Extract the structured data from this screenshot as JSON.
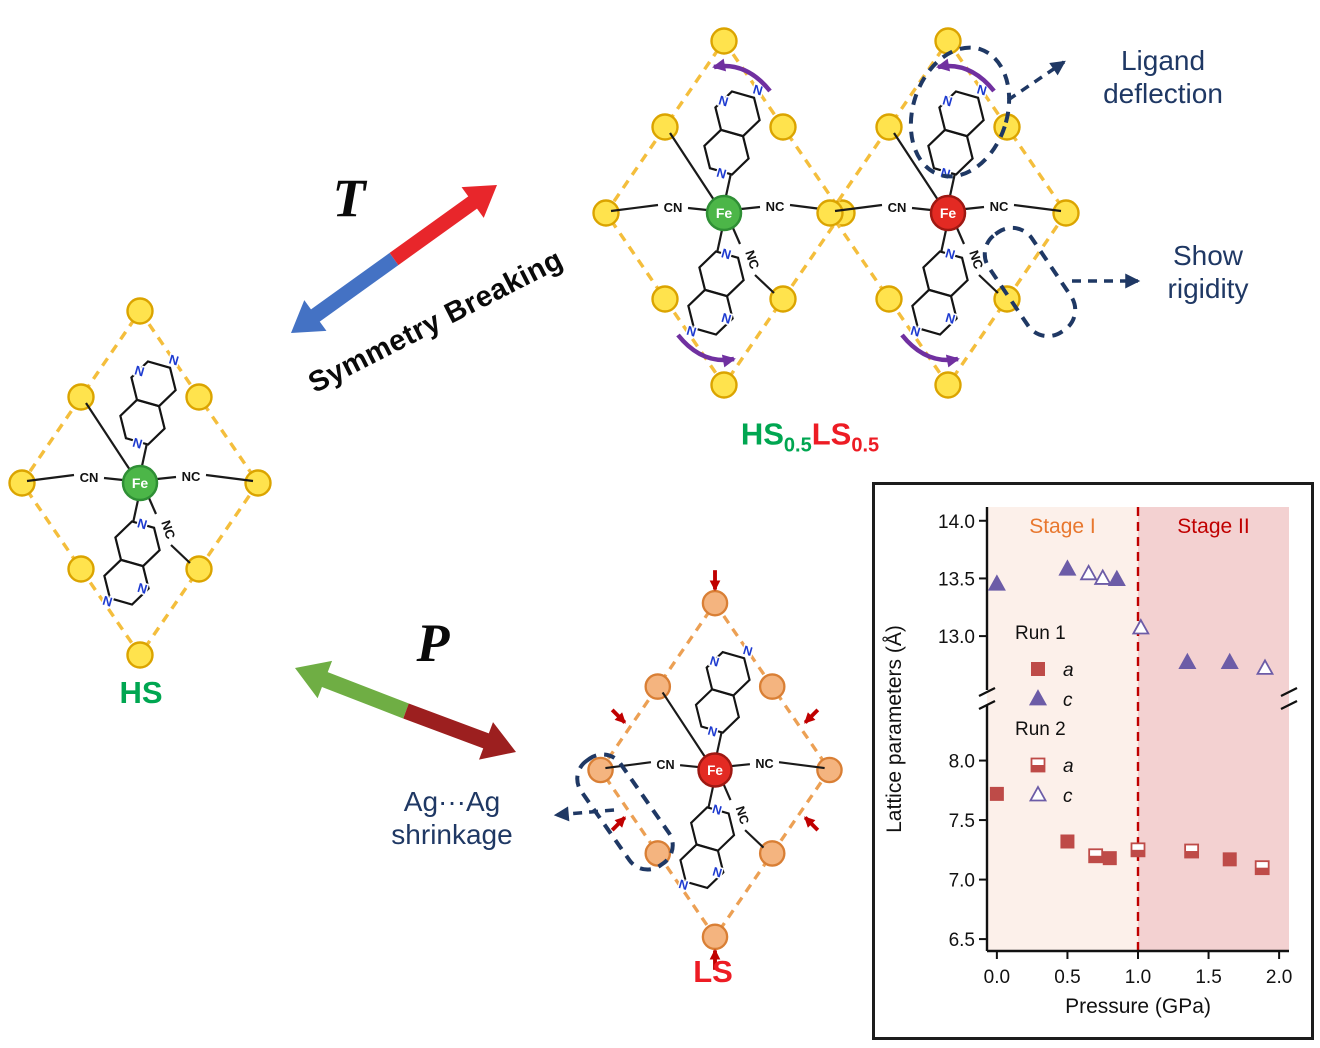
{
  "labels": {
    "t": "T",
    "p": "P",
    "symmetry_breaking": "Symmetry Breaking",
    "hs": "HS",
    "ls": "LS",
    "mixed": {
      "hs": "HS",
      "hs_sub": "0.5",
      "ls": "LS",
      "ls_sub": "0.5"
    },
    "ligand_deflection": {
      "line1": "Ligand",
      "line2": "deflection"
    },
    "show_rigidity": {
      "line1": "Show",
      "line2": "rigidity"
    },
    "ag_shrinkage": {
      "line1": "Ag···Ag",
      "line2": "shrinkage"
    }
  },
  "molecule_labels": {
    "fe": "Fe",
    "cn": "CN",
    "nc": "NC",
    "n": "N"
  },
  "colors": {
    "hs_green": "#00A651",
    "ls_red": "#ED1C24",
    "navy": "#1F3864",
    "purple": "#7030A0",
    "pressure_red": "#C00000",
    "t_blue": "#4472C4",
    "t_red": "#E8262B",
    "p_green": "#6FAE44",
    "p_darkred": "#9C1F1F",
    "hs_lattice": "#F4BE3C",
    "hs_node": "#FFE34D",
    "hs_node_stroke": "#DBA400",
    "ls_lattice": "#ECA054",
    "ls_node": "#F4B47F",
    "ls_node_stroke": "#D97F35",
    "fe_green": "#4CB648",
    "fe_green_stroke": "#2F8F35",
    "fe_red": "#E32A23",
    "fe_red_stroke": "#9E1812",
    "n_blue": "#1E3BD0"
  },
  "chart_data": {
    "type": "scatter",
    "xlabel": "Pressure (GPa)",
    "ylabel": "Lattice parameters (Å)",
    "xlim": [
      0,
      2.0
    ],
    "x_ticks": [
      0,
      0.5,
      1.0,
      1.5,
      2.0
    ],
    "x_tick_labels": [
      "0.0",
      "0.5",
      "1.0",
      "1.5",
      "2.0"
    ],
    "y_break": {
      "upper_range": [
        12.55,
        14.05
      ],
      "lower_range": [
        6.4,
        8.45
      ]
    },
    "upper_ticks": [
      {
        "v": 14.0,
        "label": "14.0"
      },
      {
        "v": 13.5,
        "label": "13.5"
      },
      {
        "v": 13.0,
        "label": "13.0"
      }
    ],
    "lower_ticks": [
      {
        "v": 8.0,
        "label": "8.0"
      },
      {
        "v": 7.5,
        "label": "7.5"
      },
      {
        "v": 7.0,
        "label": "7.0"
      },
      {
        "v": 6.5,
        "label": "6.5"
      }
    ],
    "stage_boundary": 1.0,
    "boundary_line_color": "#C00000",
    "stages": [
      {
        "label": "Stage I",
        "color": "#E8772E",
        "bg": "#FCF0EA"
      },
      {
        "label": "Stage II",
        "color": "#C00000",
        "bg": "#F3D1D1"
      }
    ],
    "legend": {
      "run1": "Run 1",
      "run2": "Run 2",
      "a_label": "a",
      "c_label": "c"
    },
    "series": [
      {
        "id": "run1_a",
        "name": "Run 1 a",
        "marker": "square",
        "style": "filled",
        "color": "#BE4B48",
        "points": [
          [
            0.0,
            7.72
          ],
          [
            0.5,
            7.32
          ],
          [
            0.8,
            7.18
          ],
          [
            1.65,
            7.17
          ]
        ]
      },
      {
        "id": "run2_a",
        "name": "Run 2 a",
        "marker": "square",
        "style": "half",
        "color": "#BE4B48",
        "points": [
          [
            0.7,
            7.2
          ],
          [
            1.0,
            7.25
          ],
          [
            1.38,
            7.24
          ],
          [
            1.88,
            7.1
          ]
        ]
      },
      {
        "id": "run1_c",
        "name": "Run 1 c",
        "marker": "triangle",
        "style": "filled",
        "color": "#6C5CA7",
        "points": [
          [
            0.0,
            13.45
          ],
          [
            0.5,
            13.58
          ],
          [
            0.85,
            13.49
          ],
          [
            1.35,
            12.77
          ],
          [
            1.65,
            12.77
          ]
        ]
      },
      {
        "id": "run2_c",
        "name": "Run 2 c",
        "marker": "triangle",
        "style": "open",
        "color": "#6C5CA7",
        "points": [
          [
            0.65,
            13.54
          ],
          [
            0.75,
            13.5
          ],
          [
            1.02,
            13.07
          ],
          [
            1.9,
            12.72
          ]
        ]
      }
    ]
  }
}
